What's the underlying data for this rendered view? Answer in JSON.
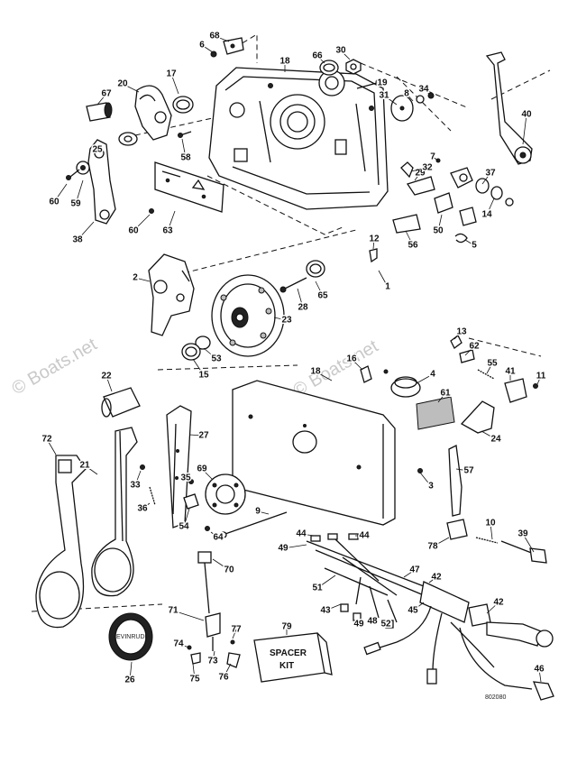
{
  "watermarks": [
    "© Boats.net",
    "© Boats.net"
  ],
  "drawing_code": "802080",
  "spacer_kit": {
    "line1": "SPACER",
    "line2": "KIT"
  },
  "decal_text": "EVINRUDE",
  "part_numbers": [
    "1",
    "2",
    "3",
    "4",
    "5",
    "6",
    "7",
    "8",
    "9",
    "10",
    "11",
    "12",
    "13",
    "14",
    "15",
    "16",
    "17",
    "18",
    "18",
    "19",
    "20",
    "21",
    "22",
    "23",
    "24",
    "25",
    "26",
    "27",
    "28",
    "29",
    "30",
    "31",
    "32",
    "33",
    "34",
    "35",
    "36",
    "37",
    "38",
    "39",
    "40",
    "41",
    "42",
    "42",
    "43",
    "44",
    "44",
    "45",
    "46",
    "47",
    "48",
    "49",
    "49",
    "50",
    "51",
    "52",
    "53",
    "54",
    "55",
    "56",
    "57",
    "58",
    "59",
    "60",
    "60",
    "61",
    "62",
    "63",
    "64",
    "65",
    "66",
    "67",
    "68",
    "69",
    "70",
    "71",
    "72",
    "73",
    "74",
    "75",
    "76",
    "77",
    "78",
    "79"
  ]
}
